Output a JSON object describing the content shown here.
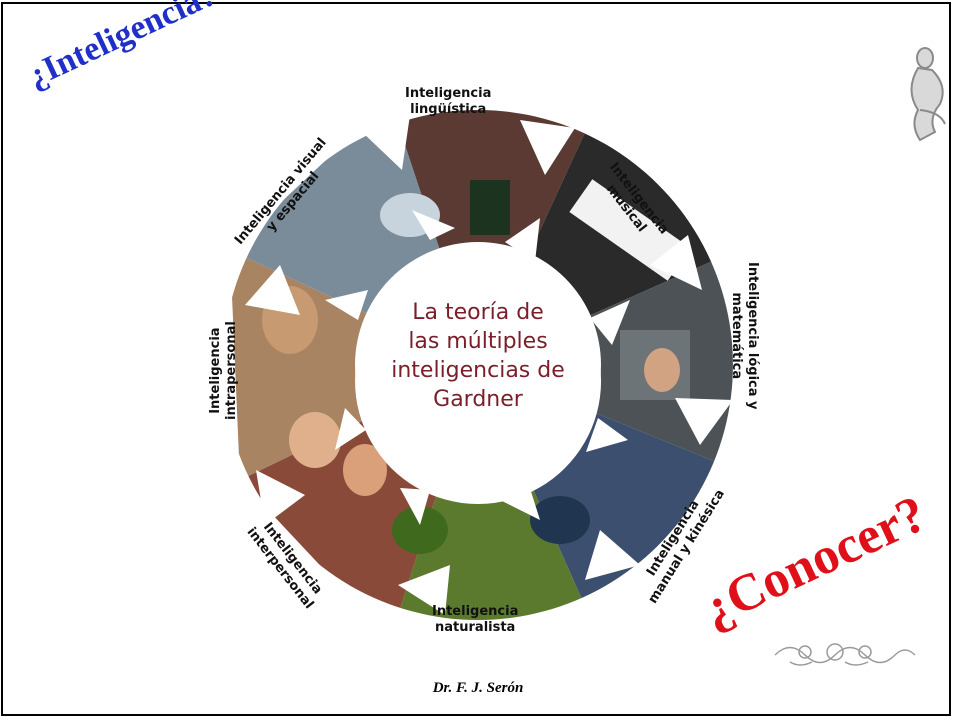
{
  "slide": {
    "title_left": "¿Inteligencia?",
    "title_right": "¿Conocer?",
    "footer": "Dr. F. J. Serón"
  },
  "diagram": {
    "center_lines": [
      "La teoría de",
      "las múltiples",
      "inteligencias de",
      "Gardner"
    ],
    "labels": {
      "linguistica": [
        "Inteligencia",
        "lingüística"
      ],
      "musical": [
        "Inteligencia",
        "musical"
      ],
      "logica": [
        "Inteligencia lógica y",
        "matemática"
      ],
      "manual": [
        "Inteligencia",
        "manual y kinésica"
      ],
      "naturalista": [
        "Inteligencia",
        "naturalista"
      ],
      "interpersonal": [
        "Inteligencia",
        "interpersonal"
      ],
      "intrapersonal": [
        "Inteligencia",
        "intrapersonal"
      ],
      "visual": [
        "Inteligencia visual",
        "y espacial"
      ]
    }
  },
  "colors": {
    "title_left": "#1f2fc8",
    "title_right": "#e0101a",
    "center_text": "#7a1f2a"
  }
}
